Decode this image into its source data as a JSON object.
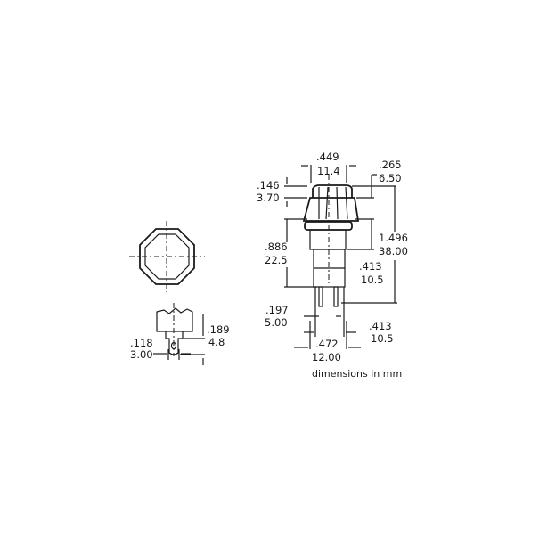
{
  "top_view": {
    "center_line": "dash-dot"
  },
  "terminal_view": {
    "lug_height": {
      "in": ".189",
      "mm": "4.8"
    },
    "lug_width": {
      "in": ".118",
      "mm": "3.00"
    }
  },
  "side_view": {
    "cap_diameter": {
      "in": ".449",
      "mm": "11.4"
    },
    "cap_height": {
      "in": ".265",
      "mm": "6.50"
    },
    "cap_top_height": {
      "in": ".146",
      "mm": "3.70"
    },
    "body_height": {
      "in": ".886",
      "mm": "22.5"
    },
    "overall_height": {
      "in": "1.496",
      "mm": "38.00"
    },
    "lower_body_height": {
      "in": ".413",
      "mm": "10.5"
    },
    "pin_spacing": {
      "in": ".197",
      "mm": "5.00"
    },
    "body_width": {
      "in": ".413",
      "mm": "10.5"
    },
    "thread_diameter": {
      "in": ".472",
      "mm": "12.00"
    }
  },
  "note": "dimensions in mm"
}
